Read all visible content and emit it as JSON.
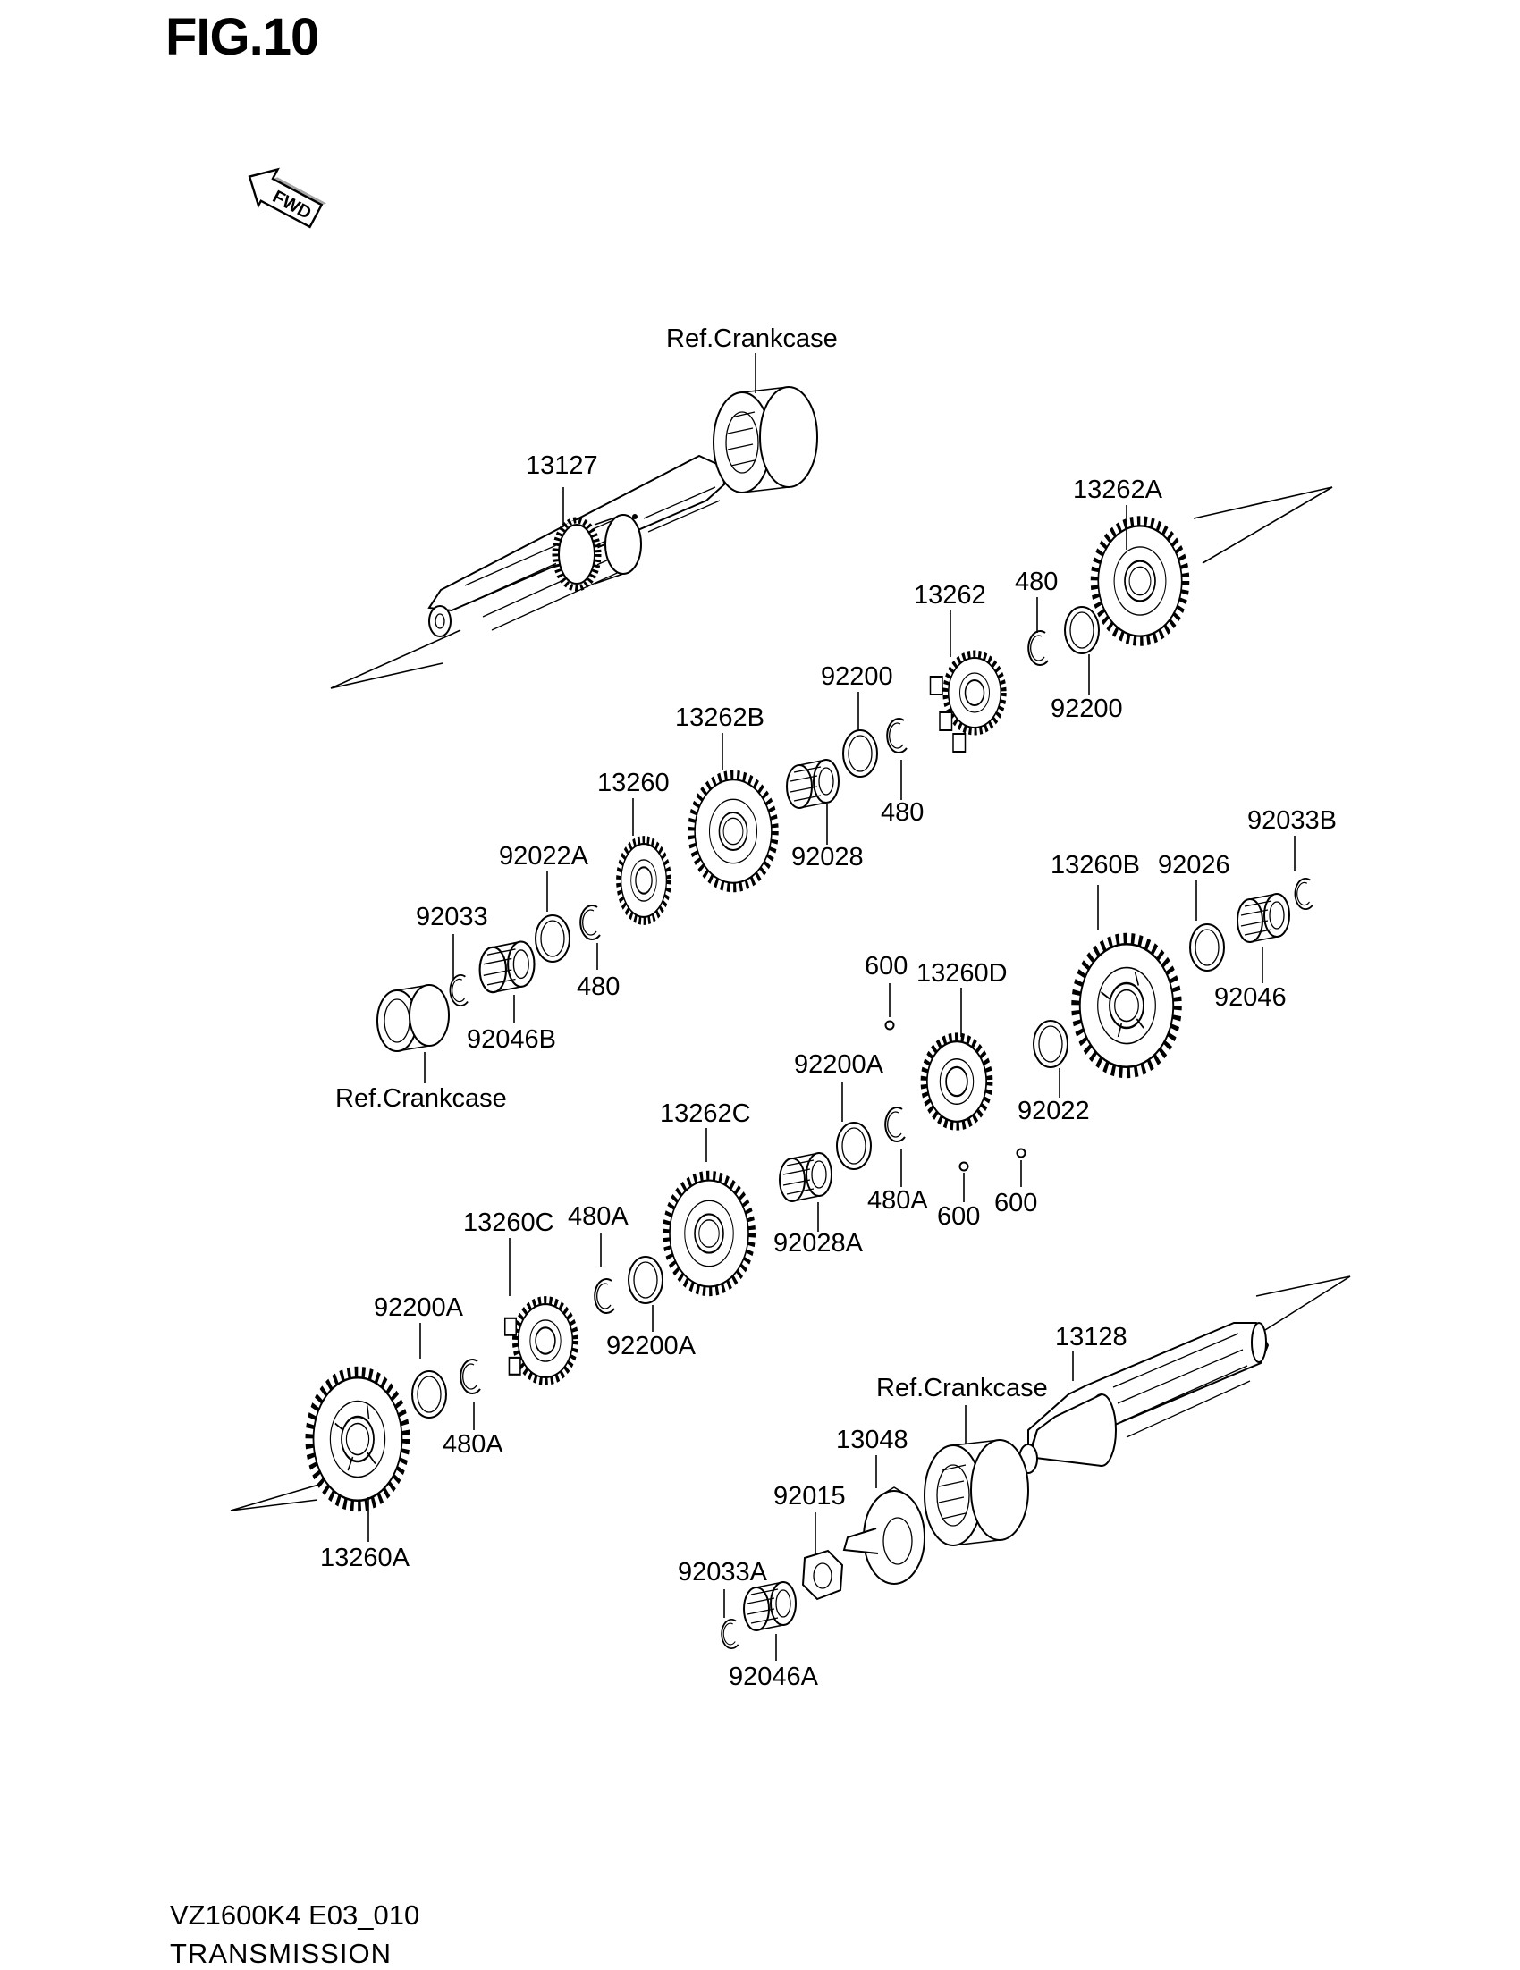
{
  "figure_title": "FIG.10",
  "fwd_label": "FWD",
  "footer": {
    "model_code": "VZ1600K4 E03_010",
    "section_name": "TRANSMISSION"
  },
  "callouts": [
    {
      "id": "ref-crankcase-1",
      "text": "Ref.Crankcase"
    },
    {
      "id": "13127",
      "text": "13127"
    },
    {
      "id": "13262A",
      "text": "13262A"
    },
    {
      "id": "480-1",
      "text": "480"
    },
    {
      "id": "13262",
      "text": "13262"
    },
    {
      "id": "92200-1",
      "text": "92200"
    },
    {
      "id": "92200-2",
      "text": "92200"
    },
    {
      "id": "13262B",
      "text": "13262B"
    },
    {
      "id": "480-2",
      "text": "480"
    },
    {
      "id": "13260",
      "text": "13260"
    },
    {
      "id": "92028",
      "text": "92028"
    },
    {
      "id": "92022A",
      "text": "92022A"
    },
    {
      "id": "92033",
      "text": "92033"
    },
    {
      "id": "480-3",
      "text": "480"
    },
    {
      "id": "92046B",
      "text": "92046B"
    },
    {
      "id": "ref-crankcase-2",
      "text": "Ref.Crankcase"
    },
    {
      "id": "92033B",
      "text": "92033B"
    },
    {
      "id": "13260B",
      "text": "13260B"
    },
    {
      "id": "92026",
      "text": "92026"
    },
    {
      "id": "92046",
      "text": "92046"
    },
    {
      "id": "600-1",
      "text": "600"
    },
    {
      "id": "13260D",
      "text": "13260D"
    },
    {
      "id": "92200A-1",
      "text": "92200A"
    },
    {
      "id": "92022",
      "text": "92022"
    },
    {
      "id": "13262C",
      "text": "13262C"
    },
    {
      "id": "480A-1",
      "text": "480A"
    },
    {
      "id": "600-2",
      "text": "600"
    },
    {
      "id": "600-3",
      "text": "600"
    },
    {
      "id": "92028A",
      "text": "92028A"
    },
    {
      "id": "480A-2",
      "text": "480A"
    },
    {
      "id": "13260C",
      "text": "13260C"
    },
    {
      "id": "92200A-2",
      "text": "92200A"
    },
    {
      "id": "92200A-3",
      "text": "92200A"
    },
    {
      "id": "480A-3",
      "text": "480A"
    },
    {
      "id": "13128",
      "text": "13128"
    },
    {
      "id": "ref-crankcase-3",
      "text": "Ref.Crankcase"
    },
    {
      "id": "13048",
      "text": "13048"
    },
    {
      "id": "92015",
      "text": "92015"
    },
    {
      "id": "92033A",
      "text": "92033A"
    },
    {
      "id": "13260A",
      "text": "13260A"
    },
    {
      "id": "92046A",
      "text": "92046A"
    }
  ]
}
